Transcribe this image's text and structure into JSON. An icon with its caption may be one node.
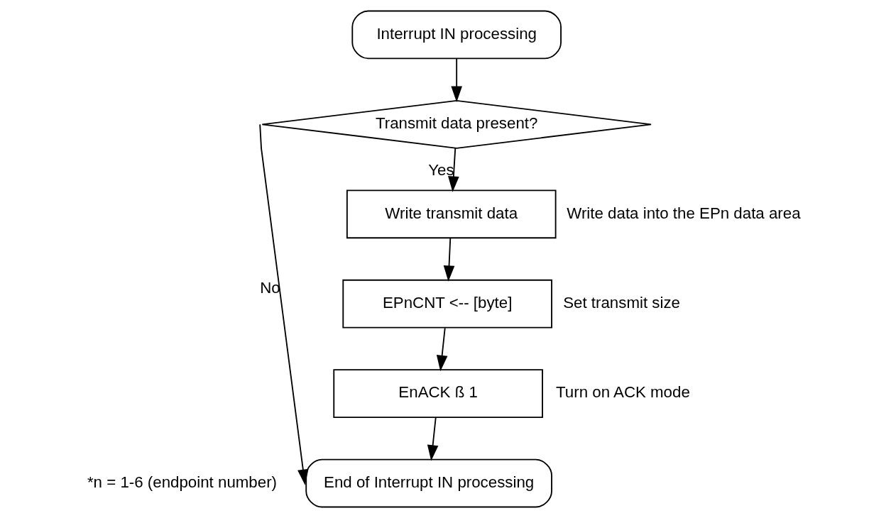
{
  "diagram": {
    "nodes": [
      {
        "text": [
          "Interrupt IN processing"
        ]
      },
      {
        "text": [
          "Transmit data present?"
        ]
      },
      {
        "text": [
          "Write transmit data"
        ],
        "beside": [
          "Write data into the EPn data area"
        ]
      },
      {
        "text": [
          "EPnCNT <-- [byte]"
        ],
        "beside": [
          "Set transmit size"
        ]
      },
      {
        "text": [
          "EnACK ß 1"
        ],
        "beside": [
          "Turn on ACK mode"
        ]
      },
      {
        "text": [
          "End of Interrupt IN processing"
        ]
      }
    ],
    "edges": [
      {
        "from": 0,
        "to": 1,
        "arrow": "to"
      },
      {
        "from": 1,
        "to": 2,
        "arrow": "to",
        "label": "Yes"
      },
      {
        "from": 2,
        "to": 3,
        "arrow": "to"
      },
      {
        "from": 3,
        "to": 4,
        "arrow": "to"
      },
      {
        "from": 4,
        "to": 5,
        "arrow": "to"
      },
      {
        "from": 1,
        "to": 5,
        "arrow": "to",
        "label": "No"
      }
    ],
    "labels": [
      "*n = 1-6 (endpoint number)"
    ]
  }
}
